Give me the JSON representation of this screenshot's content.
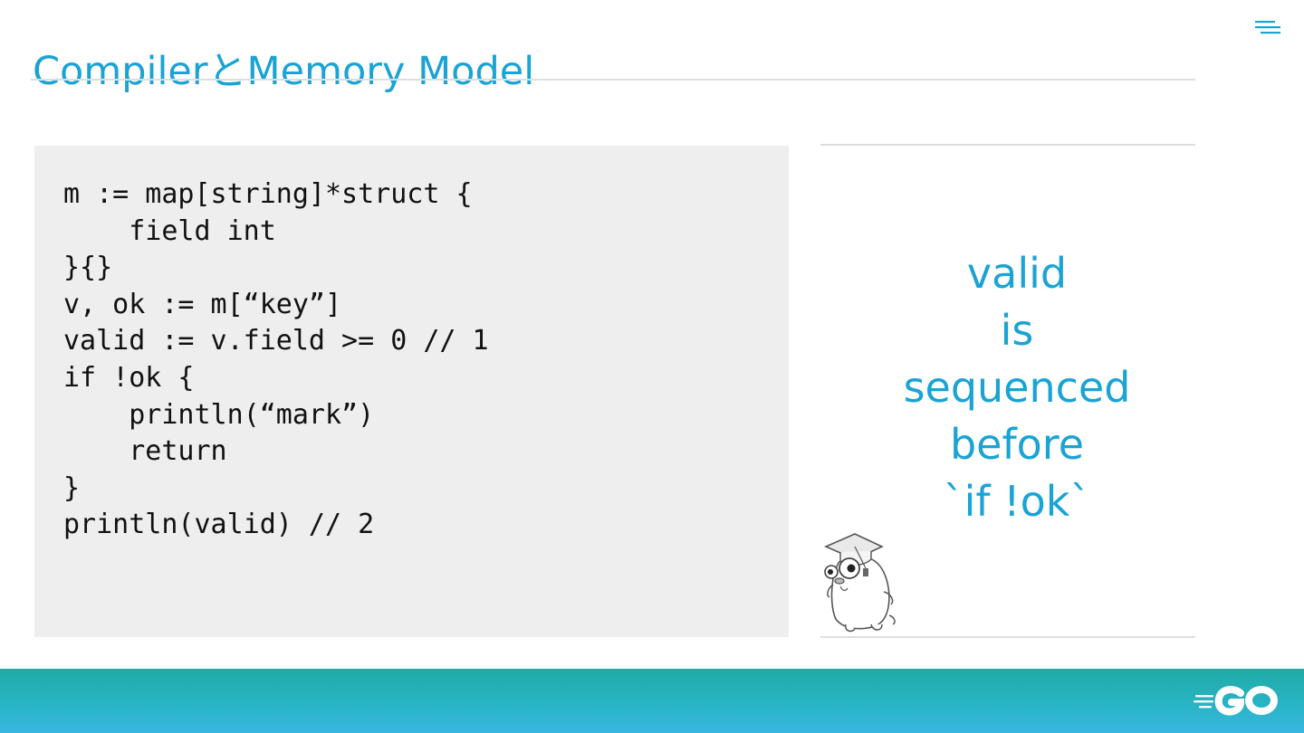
{
  "slide": {
    "title": "CompilerとMemory Model"
  },
  "code": {
    "lines": [
      "m := map[string]*struct {",
      "    field int",
      "}{}",
      "v, ok := m[“key”]",
      "valid := v.field >= 0 // 1",
      "if !ok {",
      "    println(“mark”)",
      "    return",
      "}",
      "println(valid) // 2"
    ]
  },
  "note": {
    "lines": [
      "valid",
      "is",
      "sequenced",
      "before",
      "`if !ok`"
    ]
  },
  "icons": {
    "menu": "hamburger-menu-icon",
    "mascot": "gopher-graduate-illustration",
    "logo": "go-logo"
  },
  "colors": {
    "accent": "#1aa3d4",
    "code_background": "#eeeeee",
    "rule": "#dddddd",
    "footer_start": "#20aba6",
    "footer_end": "#3ab8e0"
  }
}
